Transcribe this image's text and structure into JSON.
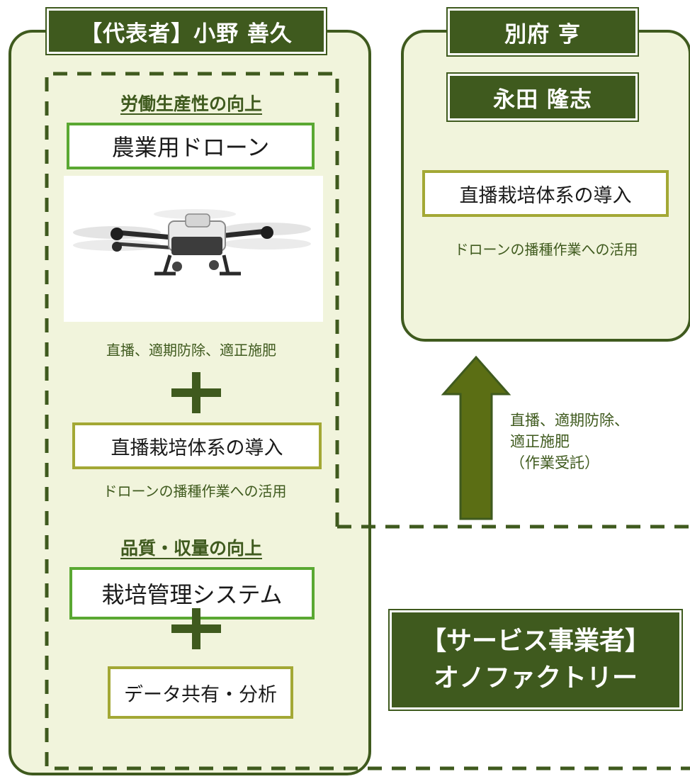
{
  "colors": {
    "dark_green": "#3f5a1e",
    "panel_fill": "#f1f4dc",
    "bright_green": "#5aa832",
    "olive": "#a3a835",
    "arrow_fill": "#5b6e14"
  },
  "left_panel": {
    "title": "【代表者】小野 善久",
    "section1_title": "労働生産性の向上",
    "drone_box": "農業用ドローン",
    "drone_note": "直播、適期防除、適正施肥",
    "direct_seeding_box": "直播栽培体系の導入",
    "direct_seeding_note": "ドローンの播種作業への活用",
    "section2_title": "品質・収量の向上",
    "cultivation_box": "栽培管理システム",
    "data_box": "データ共有・分析",
    "plus_icon": "plus-icon",
    "drone_image": "agricultural-drone-photo"
  },
  "right_panel": {
    "title1": "別府 亨",
    "title2": "永田 隆志",
    "direct_seeding_box": "直播栽培体系の導入",
    "direct_seeding_note": "ドローンの播種作業への活用"
  },
  "arrow": {
    "icon": "up-arrow-icon",
    "label_line1": "直播、適期防除、",
    "label_line2": "適正施肥",
    "label_line3": "（作業受託）"
  },
  "service_provider": {
    "line1": "【サービス事業者】",
    "line2": "オノファクトリー"
  }
}
